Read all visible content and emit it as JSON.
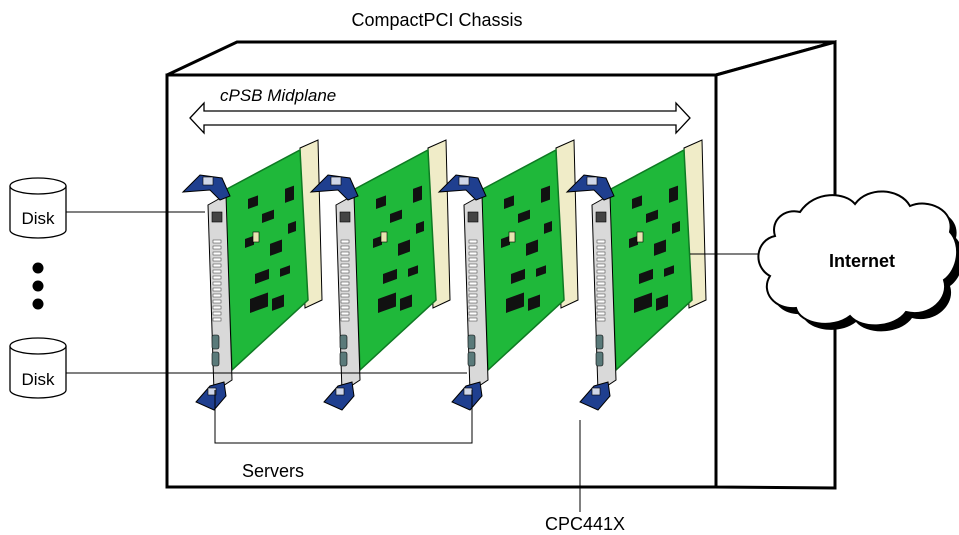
{
  "diagram": {
    "title": "CompactPCI Chassis",
    "midplane_label": "cPSB Midplane",
    "servers_label": "Servers",
    "board_model_label": "CPC441X",
    "internet_label": "Internet",
    "disks": [
      {
        "label": "Disk"
      },
      {
        "label": "Disk"
      }
    ],
    "colors": {
      "board": "#1fb83a",
      "board_dark": "#0e7a23",
      "faceplate": "#d9d9d9",
      "handle": "#1f3f8f",
      "connector": "#f0ecc8"
    }
  }
}
